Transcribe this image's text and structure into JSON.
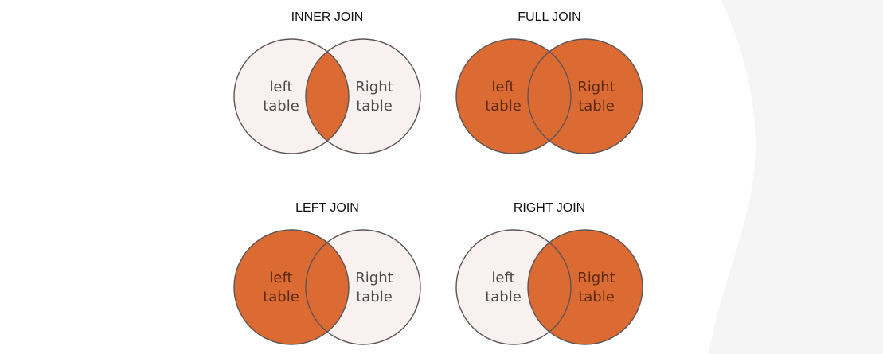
{
  "colors": {
    "fill": "#db6a33",
    "empty": "#f9f1ef",
    "stroke": "#5d5555",
    "text_on_empty": "#4a4a4a",
    "text_on_fill": "#5a2a12"
  },
  "diagrams": [
    {
      "id": "inner-join",
      "title": "INNER JOIN",
      "left_label": [
        "left",
        "table"
      ],
      "right_label": [
        "Right",
        "table"
      ],
      "filled": {
        "left": false,
        "intersection": true,
        "right": false
      }
    },
    {
      "id": "full-join",
      "title": "FULL JOIN",
      "left_label": [
        "left",
        "table"
      ],
      "right_label": [
        "Right",
        "table"
      ],
      "filled": {
        "left": true,
        "intersection": true,
        "right": true
      }
    },
    {
      "id": "left-join",
      "title": "LEFT JOIN",
      "left_label": [
        "left",
        "table"
      ],
      "right_label": [
        "Right",
        "table"
      ],
      "filled": {
        "left": true,
        "intersection": true,
        "right": false
      }
    },
    {
      "id": "right-join",
      "title": "RIGHT JOIN",
      "left_label": [
        "left",
        "table"
      ],
      "right_label": [
        "Right",
        "table"
      ],
      "filled": {
        "left": false,
        "intersection": true,
        "right": true
      }
    }
  ]
}
